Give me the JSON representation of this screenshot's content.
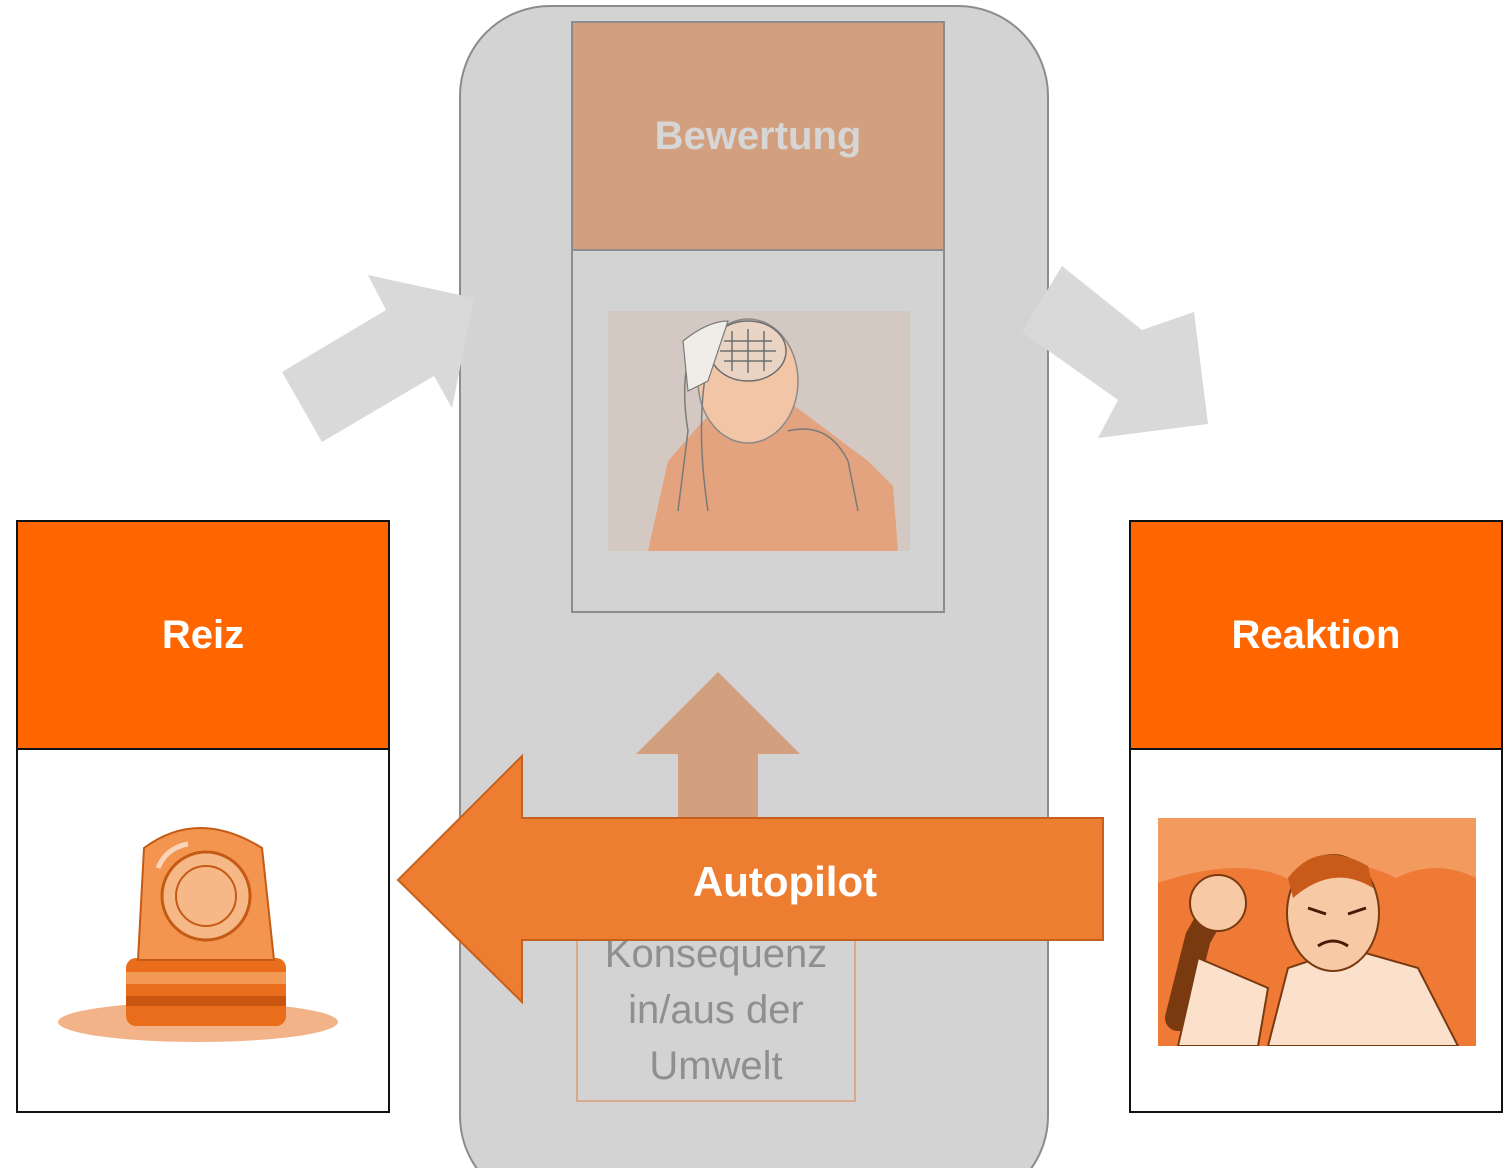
{
  "diagram": {
    "reiz": {
      "label": "Reiz",
      "icon": "siren-light-icon"
    },
    "bewertung": {
      "label": "Bewertung",
      "icon": "thinking-person-icon"
    },
    "reaktion": {
      "label": "Reaktion",
      "icon": "angry-man-icon"
    },
    "konsequenz": {
      "lines": [
        "Konsequenz",
        "in/aus der",
        "Umwelt"
      ]
    },
    "autopilot": {
      "label": "Autopilot"
    }
  },
  "colors": {
    "orange": "#ff6600",
    "faded_orange": "#d3a07f",
    "autopilot_orange": "#ed7d31",
    "panel_gray": "#d3d3d3",
    "arrow_gray": "#d9d9d9"
  }
}
